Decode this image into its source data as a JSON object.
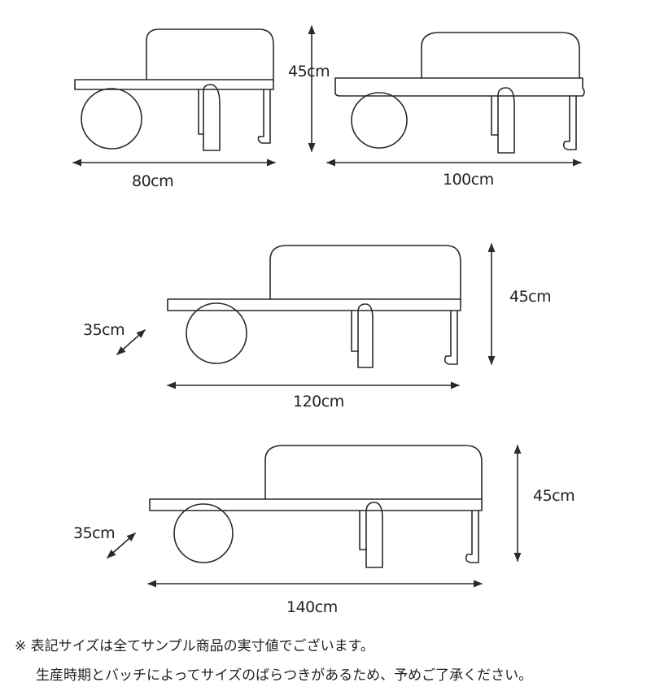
{
  "benches": [
    {
      "id": "bench-80",
      "width_label": "80cm",
      "height_label": "45cm",
      "depth_label": ""
    },
    {
      "id": "bench-100",
      "width_label": "100cm",
      "height_label": "",
      "depth_label": ""
    },
    {
      "id": "bench-120",
      "width_label": "120cm",
      "height_label": "45cm",
      "depth_label": "35cm"
    },
    {
      "id": "bench-140",
      "width_label": "140cm",
      "height_label": "45cm",
      "depth_label": "35cm"
    }
  ],
  "notes": {
    "line1": "※ 表記サイズは全てサンプル商品の実寸値でございます。",
    "line2": "生産時期とバッチによってサイズのばらつきがあるため、予めご了承ください。"
  },
  "colors": {
    "line": "#2a2a2a"
  }
}
